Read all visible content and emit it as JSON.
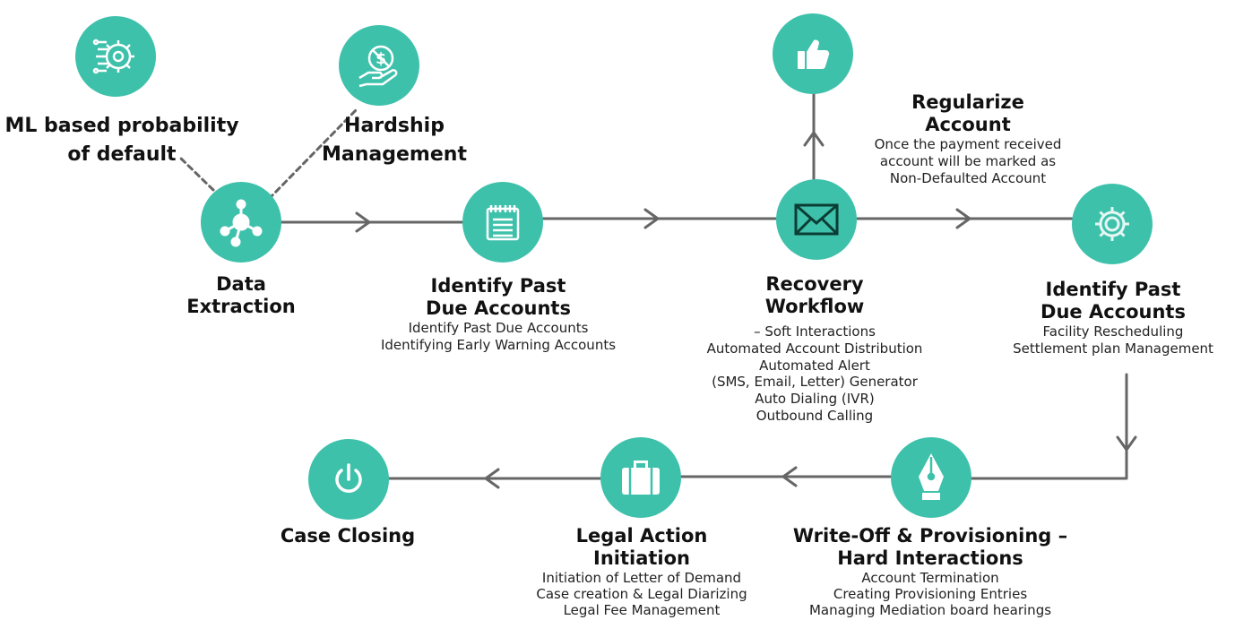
{
  "accent_color": "#3ec1ab",
  "line_color": "#666666",
  "nodes": {
    "ml": {
      "icon": "brain-gear-icon",
      "title_lines": [
        "ML based probability",
        "of default"
      ]
    },
    "hardship": {
      "icon": "hand-dollar-icon",
      "title_lines": [
        "Hardship",
        "Management"
      ]
    },
    "data_extraction": {
      "icon": "network-icon",
      "title_lines": [
        "Data",
        "Extraction"
      ]
    },
    "identify_past_due_1": {
      "icon": "calendar-icon",
      "title_lines": [
        "Identify Past",
        "Due Accounts"
      ],
      "details": [
        "Identify Past Due Accounts",
        "Identifying Early Warning Accounts"
      ]
    },
    "recovery_workflow": {
      "icon": "envelope-icon",
      "title_lines": [
        "Recovery",
        "Workflow"
      ],
      "details": [
        "– Soft Interactions",
        "Automated Account Distribution",
        "Automated Alert",
        "(SMS, Email, Letter) Generator",
        "Auto Dialing (IVR)",
        "Outbound Calling"
      ]
    },
    "regularize": {
      "icon": "thumbs-up-icon",
      "title_lines": [
        "Regularize",
        "Account"
      ],
      "details": [
        "Once the payment received",
        "account will be marked as",
        "Non-Defaulted Account"
      ]
    },
    "identify_past_due_2": {
      "icon": "gear-icon",
      "title_lines": [
        "Identify Past",
        "Due Accounts"
      ],
      "details": [
        "Facility Rescheduling",
        "Settlement plan Management"
      ]
    },
    "write_off": {
      "icon": "pen-nib-icon",
      "title_lines": [
        "Write-Off & Provisioning –",
        "Hard Interactions"
      ],
      "details": [
        "Account Termination",
        "Creating Provisioning Entries",
        "Managing Mediation board hearings"
      ]
    },
    "legal_action": {
      "icon": "briefcase-icon",
      "title_lines": [
        "Legal Action",
        "Initiation"
      ],
      "details": [
        "Initiation of Letter of Demand",
        "Case creation & Legal Diarizing",
        "Legal Fee Management"
      ]
    },
    "case_closing": {
      "icon": "power-icon",
      "title_lines": [
        "Case Closing"
      ]
    }
  }
}
